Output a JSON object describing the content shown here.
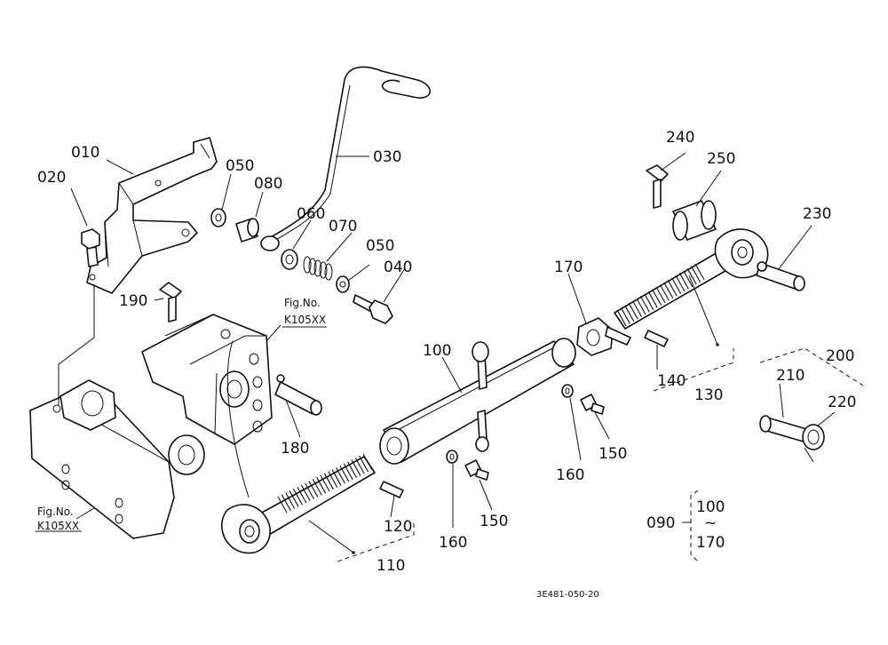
{
  "parts": {
    "p010": "010",
    "p020": "020",
    "p030": "030",
    "p040": "040",
    "p050a": "050",
    "p050b": "050",
    "p060": "060",
    "p070": "070",
    "p080": "080",
    "p090": "090",
    "p100": "100",
    "p100r": "100",
    "p110": "110",
    "p120": "120",
    "p130": "130",
    "p140": "140",
    "p150a": "150",
    "p150b": "150",
    "p160a": "160",
    "p160b": "160",
    "p170": "170",
    "p170r": "170",
    "p180": "180",
    "p190": "190",
    "p200": "200",
    "p210": "210",
    "p220": "220",
    "p230": "230",
    "p240": "240",
    "p250": "250"
  },
  "range_separator": "~",
  "figure_refs": {
    "upper_line1": "Fig.No.",
    "upper_line2": "K105XX",
    "lower_line1": "Fig.No.",
    "lower_line2": "K105XX"
  },
  "drawing_code": "3E481-050-20"
}
